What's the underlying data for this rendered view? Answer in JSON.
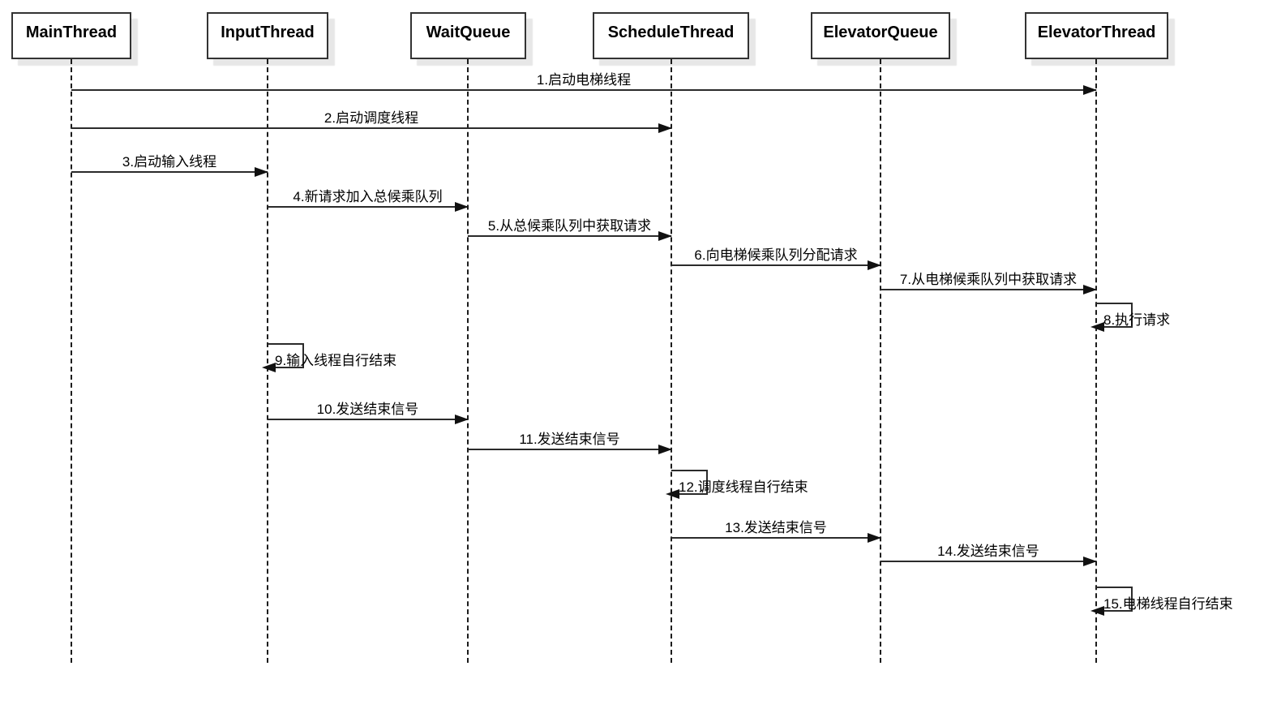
{
  "diagram_type": "uml-sequence-diagram",
  "actors": [
    {
      "name": "MainThread"
    },
    {
      "name": "InputThread"
    },
    {
      "name": "WaitQueue"
    },
    {
      "name": "ScheduleThread"
    },
    {
      "name": "ElevatorQueue"
    },
    {
      "name": "ElevatorThread"
    }
  ],
  "messages": [
    {
      "seq": "1",
      "label": "1.启动电梯线程",
      "from": "MainThread",
      "to": "ElevatorThread",
      "kind": "arrow"
    },
    {
      "seq": "2",
      "label": "2.启动调度线程",
      "from": "MainThread",
      "to": "ScheduleThread",
      "kind": "arrow"
    },
    {
      "seq": "3",
      "label": "3.启动输入线程",
      "from": "MainThread",
      "to": "InputThread",
      "kind": "arrow"
    },
    {
      "seq": "4",
      "label": "4.新请求加入总候乘队列",
      "from": "InputThread",
      "to": "WaitQueue",
      "kind": "arrow"
    },
    {
      "seq": "5",
      "label": "5.从总候乘队列中获取请求",
      "from": "WaitQueue",
      "to": "ScheduleThread",
      "kind": "arrow"
    },
    {
      "seq": "6",
      "label": "6.向电梯候乘队列分配请求",
      "from": "ScheduleThread",
      "to": "ElevatorQueue",
      "kind": "arrow"
    },
    {
      "seq": "7",
      "label": "7.从电梯候乘队列中获取请求",
      "from": "ElevatorQueue",
      "to": "ElevatorThread",
      "kind": "arrow"
    },
    {
      "seq": "8",
      "label": "8.执行请求",
      "from": "ElevatorThread",
      "to": "ElevatorThread",
      "kind": "self"
    },
    {
      "seq": "9",
      "label": "9.输入线程自行结束",
      "from": "InputThread",
      "to": "InputThread",
      "kind": "self"
    },
    {
      "seq": "10",
      "label": "10.发送结束信号",
      "from": "InputThread",
      "to": "WaitQueue",
      "kind": "arrow"
    },
    {
      "seq": "11",
      "label": "11.发送结束信号",
      "from": "WaitQueue",
      "to": "ScheduleThread",
      "kind": "arrow"
    },
    {
      "seq": "12",
      "label": "12.调度线程自行结束",
      "from": "ScheduleThread",
      "to": "ScheduleThread",
      "kind": "self"
    },
    {
      "seq": "13",
      "label": "13.发送结束信号",
      "from": "ScheduleThread",
      "to": "ElevatorQueue",
      "kind": "arrow"
    },
    {
      "seq": "14",
      "label": "14.发送结束信号",
      "from": "ElevatorQueue",
      "to": "ElevatorThread",
      "kind": "arrow"
    },
    {
      "seq": "15",
      "label": "15.电梯线程自行结束",
      "from": "ElevatorThread",
      "to": "ElevatorThread",
      "kind": "self"
    }
  ],
  "colors": {
    "background": "#ffffff",
    "line": "#2b2b2b",
    "text": "#000000",
    "actor_fill": "#ffffff",
    "actor_border": "#333333",
    "actor_shadow": "#e7e7e7"
  }
}
